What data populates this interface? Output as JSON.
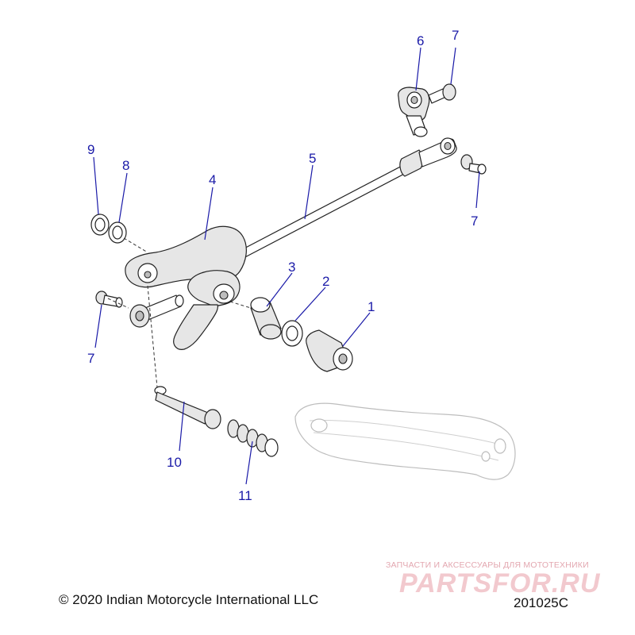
{
  "callouts": [
    {
      "id": "c1",
      "text": "1"
    },
    {
      "id": "c2",
      "text": "2"
    },
    {
      "id": "c3",
      "text": "3"
    },
    {
      "id": "c4",
      "text": "4"
    },
    {
      "id": "c5",
      "text": "5"
    },
    {
      "id": "c6",
      "text": "6"
    },
    {
      "id": "c7a",
      "text": "7"
    },
    {
      "id": "c7b",
      "text": "7"
    },
    {
      "id": "c7c",
      "text": "7"
    },
    {
      "id": "c8",
      "text": "8"
    },
    {
      "id": "c9",
      "text": "9"
    },
    {
      "id": "c10",
      "text": "10"
    },
    {
      "id": "c11",
      "text": "11"
    }
  ],
  "footer": {
    "copyright": "© 2020 Indian Motorcycle International LLC",
    "figure_code": "201025C"
  },
  "watermark": {
    "tagline": "ЗАПЧАСТИ И АКСЕССУАРЫ ДЛЯ МОТОТЕХНИКИ",
    "logo": "PARTSFOR.RU"
  },
  "colors": {
    "callout": "#1a1aa8",
    "line_art": "#222222",
    "watermark": "#f2c9ce"
  }
}
